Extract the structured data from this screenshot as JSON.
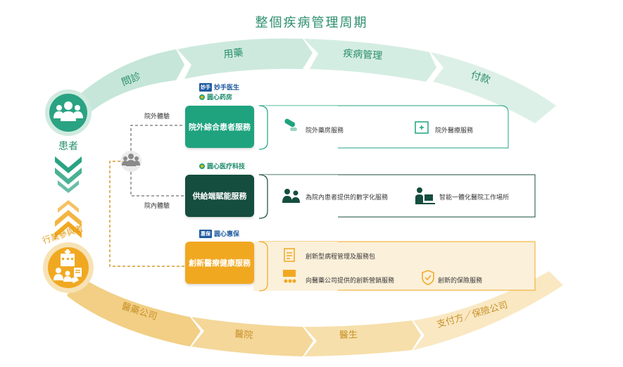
{
  "title": "整個疾病管理周期",
  "top_arc": [
    "問診",
    "用藥",
    "疾病管理",
    "付款"
  ],
  "bottom_arc": [
    "醫藥公司",
    "醫院",
    "醫生",
    "支付方／保險公司"
  ],
  "patient_label": "患者",
  "industry_label": "行業參與者",
  "flow_labels": {
    "outside": "院外體驗",
    "inside": "院內體驗"
  },
  "brands": {
    "box1_a": {
      "tag": "妙手",
      "name": "妙手医生"
    },
    "box1_b": "圆心药房",
    "box2": "圆心医疗科技",
    "box3": {
      "tag": "惠保",
      "name": "圆心惠保"
    }
  },
  "boxes": [
    {
      "label": "院外綜合患者服務",
      "services": [
        "院外藥房服務",
        "院外醫療服務"
      ]
    },
    {
      "label": "供給端賦能服務",
      "services": [
        "為院內患者提供的數字化服務",
        "智能一體化醫院工作場所"
      ]
    },
    {
      "label": "創新醫療健康服務",
      "services": [
        "創新型病程管理及服務包",
        "向醫藥公司提供的創新營銷服務",
        "創新的保險服務"
      ]
    }
  ],
  "colors": {
    "green": "#1fa37f",
    "dark_green": "#154d3e",
    "amber": "#f1a821",
    "light_green": "#cfeadf",
    "light_amber": "#f7e2b5"
  }
}
